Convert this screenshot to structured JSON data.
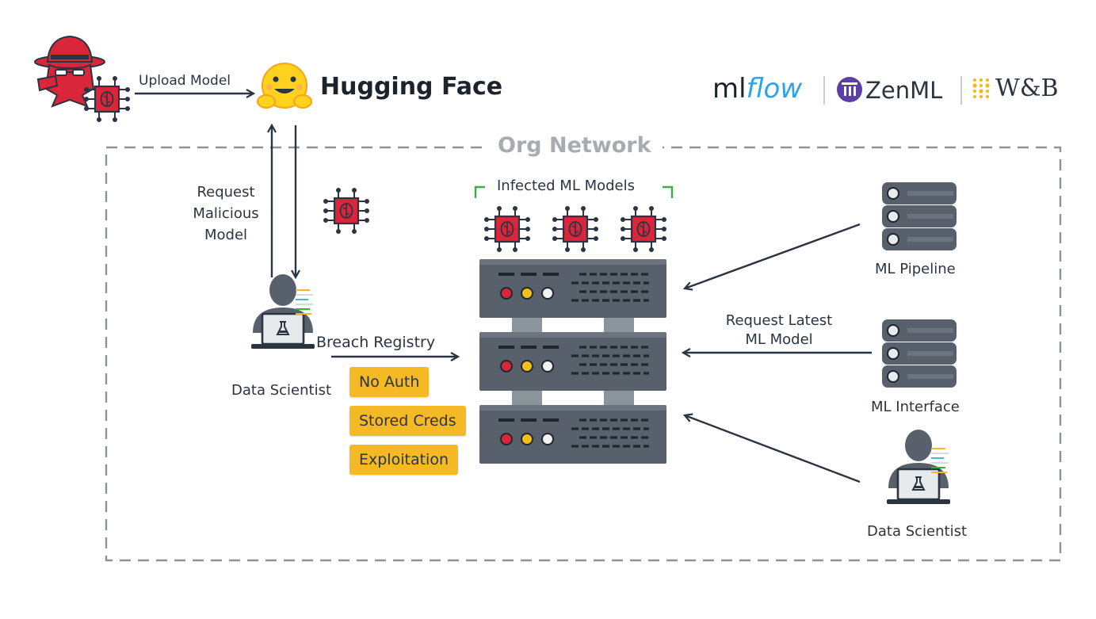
{
  "huggingface": {
    "title": "Hugging Face",
    "upload_label": "Upload Model"
  },
  "brands": {
    "mlflow": {
      "ml": "ml",
      "flow": "flow"
    },
    "zenml": "ZenML",
    "wandb": "W&B"
  },
  "org_network": {
    "label": "Org Network"
  },
  "left": {
    "request_label": [
      "Request",
      "Malicious",
      "Model"
    ],
    "scientist_label": "Data Scientist",
    "breach_label": "Breach Registry",
    "tags": [
      "No Auth",
      "Stored Creds",
      "Exploitation"
    ]
  },
  "center": {
    "infected_label": "Infected ML Models"
  },
  "right": {
    "pipeline_label": "ML Pipeline",
    "request_latest_label": [
      "Request Latest",
      "ML Model"
    ],
    "interface_label": "ML Interface",
    "scientist_label": "Data Scientist"
  },
  "colors": {
    "chip_red": "#d9263a",
    "server_gray": "#58616b",
    "tag_yellow": "#f6b926",
    "mlflow_blue": "#2ba3e6",
    "zenml_purple": "#5b3ea6",
    "wandb_gold": "#f5b915",
    "bracket_green": "#3aad45"
  },
  "icons": [
    "hacker-icon",
    "model-chip-icon",
    "hugging-face-emoji-icon",
    "data-scientist-icon",
    "server-rack-icon",
    "server-icon",
    "flask-icon"
  ]
}
